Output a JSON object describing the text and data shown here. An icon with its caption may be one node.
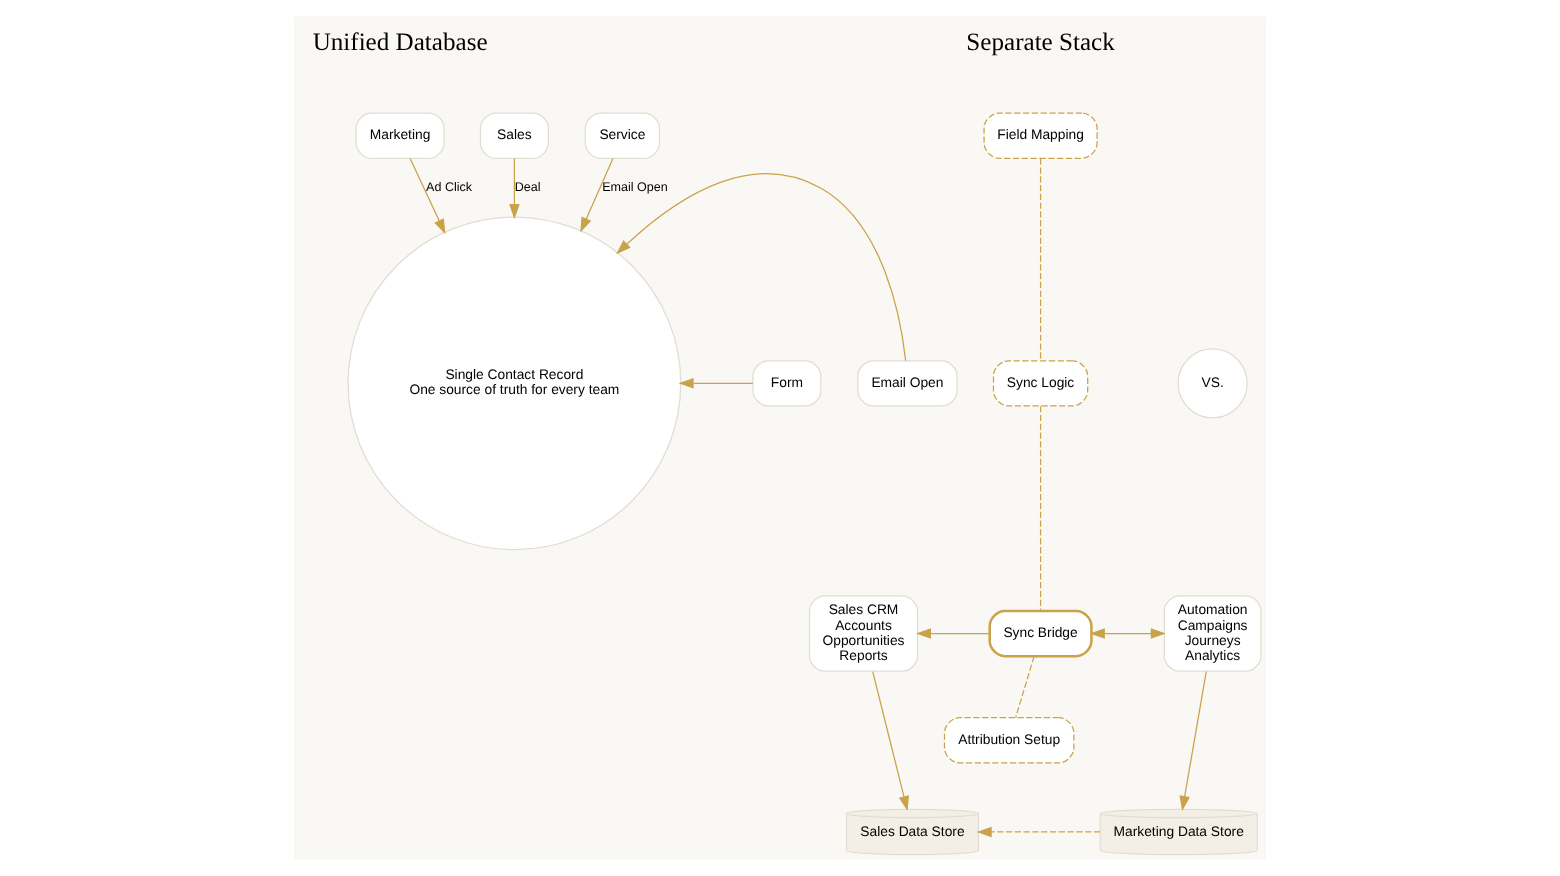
{
  "diagram": {
    "nodes": [
      {
        "text": [
          "Marketing"
        ]
      },
      {
        "text": [
          "Sales"
        ]
      },
      {
        "text": [
          "Service"
        ]
      },
      {
        "text": [
          "Single Contact Record",
          "One source of truth for every team"
        ]
      },
      {
        "text": [
          "Form"
        ]
      },
      {
        "text": [
          "Email Open"
        ]
      },
      {
        "text": [
          "Automation",
          "Campaigns",
          "Journeys",
          "Analytics"
        ]
      },
      {
        "text": [
          "Field Mapping"
        ]
      },
      {
        "text": [
          "Sync Logic"
        ]
      },
      {
        "text": [
          "Sync Bridge"
        ]
      },
      {
        "text": [
          "Attribution Setup"
        ]
      },
      {
        "text": [
          "Sales CRM",
          "Accounts",
          "Opportunities",
          "Reports"
        ]
      },
      {
        "text": [
          "Marketing Data Store"
        ]
      },
      {
        "text": [
          "Sales Data Store"
        ]
      },
      {
        "text": [
          "VS."
        ]
      }
    ],
    "edges": [
      {
        "from": 0,
        "to": 3,
        "arrow": "to",
        "label": "Ad Click"
      },
      {
        "from": 1,
        "to": 3,
        "arrow": "to",
        "label": "Deal"
      },
      {
        "from": 2,
        "to": 3,
        "arrow": "to",
        "label": "Email Open"
      },
      {
        "from": 4,
        "to": 3,
        "arrow": "to"
      },
      {
        "from": 5,
        "to": 3,
        "arrow": "to"
      },
      {
        "from": 6,
        "to": 9,
        "arrow": "both"
      },
      {
        "from": 9,
        "to": 11,
        "arrow": "to"
      },
      {
        "from": 7,
        "to": 8,
        "arrow": "none",
        "style": "dashed"
      },
      {
        "from": 8,
        "to": 9,
        "arrow": "none",
        "style": "dashed"
      },
      {
        "from": 9,
        "to": 10,
        "arrow": "none",
        "style": "dashed"
      },
      {
        "from": 6,
        "to": 12,
        "arrow": "to"
      },
      {
        "from": 11,
        "to": 13,
        "arrow": "to"
      },
      {
        "from": 12,
        "to": 13,
        "arrow": "to",
        "style": "dashed"
      }
    ],
    "labels": [
      "Unified Database",
      "Separate Stack"
    ]
  }
}
